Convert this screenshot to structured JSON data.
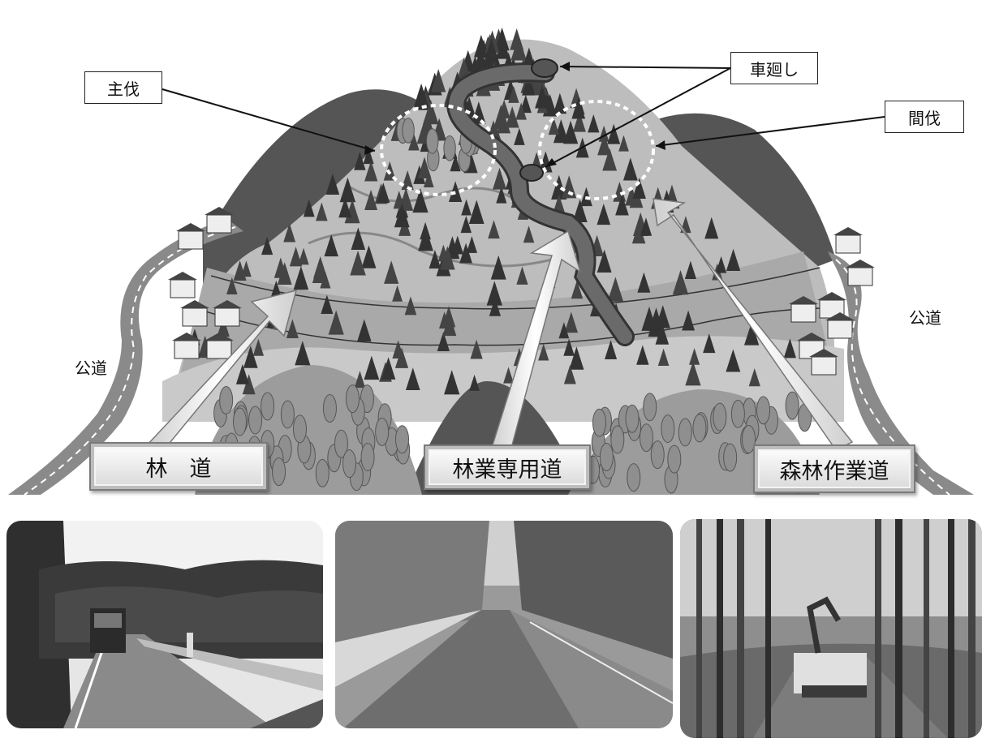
{
  "callouts": {
    "main_felling": "主伐",
    "turnaround": "車廻し",
    "thinning": "間伐"
  },
  "public_road": {
    "left": "公道",
    "right": "公道"
  },
  "road_types": {
    "forest_road": "林　道",
    "forestry_road": "林業専用道",
    "work_road": "森林作業道"
  }
}
